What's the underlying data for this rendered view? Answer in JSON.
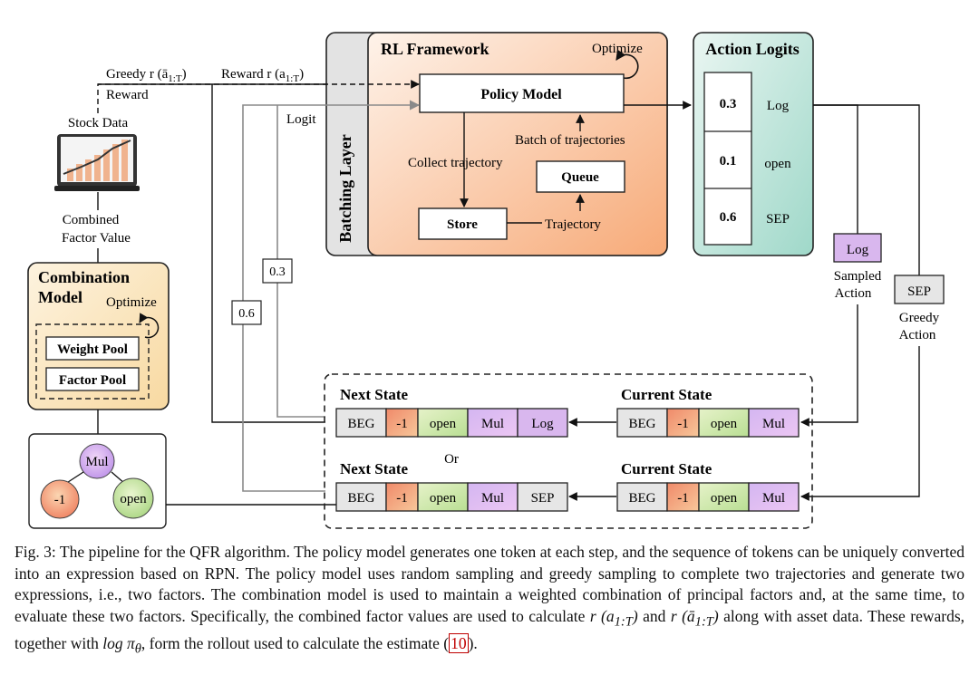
{
  "rl_framework": {
    "title": "RL Framework",
    "optimize": "Optimize",
    "batching_layer": "Batching Layer",
    "policy_model": "Policy Model",
    "collect_trajectory": "Collect trajectory",
    "batch_of_trajectories": "Batch of trajectories",
    "queue": "Queue",
    "store": "Store",
    "trajectory": "Trajectory"
  },
  "action_logits": {
    "title": "Action Logits",
    "rows": [
      {
        "value": "0.3",
        "token": "Log"
      },
      {
        "value": "0.1",
        "token": "open"
      },
      {
        "value": "0.6",
        "token": "SEP"
      }
    ]
  },
  "sampling": {
    "sampled_token": "Log",
    "sampled_label_1": "Sampled",
    "sampled_label_2": "Action",
    "greedy_token": "SEP",
    "greedy_label_1": "Greedy",
    "greedy_label_2": "Action"
  },
  "rewards": {
    "greedy_reward_1": "Greedy r (ā",
    "greedy_reward_sub": "1:T",
    "greedy_reward_close": ")",
    "greedy_reward_2": "Reward",
    "reward": "Reward r (a",
    "reward_sub": "1:T",
    "reward_close": ")",
    "logit": "Logit",
    "val_03": "0.3",
    "val_06": "0.6"
  },
  "stock": {
    "label": "Stock Data",
    "combined_1": "Combined",
    "combined_2": "Factor Value"
  },
  "combination_model": {
    "title_1": "Combination",
    "title_2": "Model",
    "optimize": "Optimize",
    "weight_pool": "Weight Pool",
    "factor_pool": "Factor Pool"
  },
  "tree": {
    "root": "Mul",
    "left": "-1",
    "right": "open"
  },
  "states": {
    "next_state": "Next State",
    "current_state": "Current State",
    "or": "Or",
    "next_tokens_1": [
      "BEG",
      "-1",
      "open",
      "Mul",
      "Log"
    ],
    "next_tokens_2": [
      "BEG",
      "-1",
      "open",
      "Mul",
      "SEP"
    ],
    "current_tokens": [
      "BEG",
      "-1",
      "open",
      "Mul"
    ]
  },
  "caption": {
    "part1": "Fig. 3: The pipeline for the QFR algorithm. The policy model generates one token at each step, and the sequence of tokens can be uniquely converted into an expression based on RPN. The policy model uses random sampling and greedy sampling to complete two trajectories and generate two expressions, i.e., two factors. The combination model is used to maintain a weighted combination of principal factors and, at the same time, to evaluate these two factors. Specifically, the combined factor values are used to calculate ",
    "m1": "r (a",
    "m1_sub": "1:T",
    "m1_close": ")",
    "and": " and ",
    "m2": "r (ā",
    "m2_sub": "1:T",
    "m2_close": ")",
    "part2": " along with asset data. These rewards, together with ",
    "m3": "log π",
    "m3_sub": "θ",
    "part3": ", form the rollout used to calculate the estimate (",
    "ref": "10",
    "part4": ")."
  },
  "colors": {
    "rl_fill_light": "#fde3cf",
    "rl_fill_dark": "#f5a36e",
    "logits_fill": "#c8e9e1",
    "comb_fill": "#fbe6bf",
    "log_purple": "#d9b7ee",
    "neg_orange": "#f4a07a",
    "open_green": "#cfe6a7",
    "gray_token": "#e6e6e6"
  }
}
